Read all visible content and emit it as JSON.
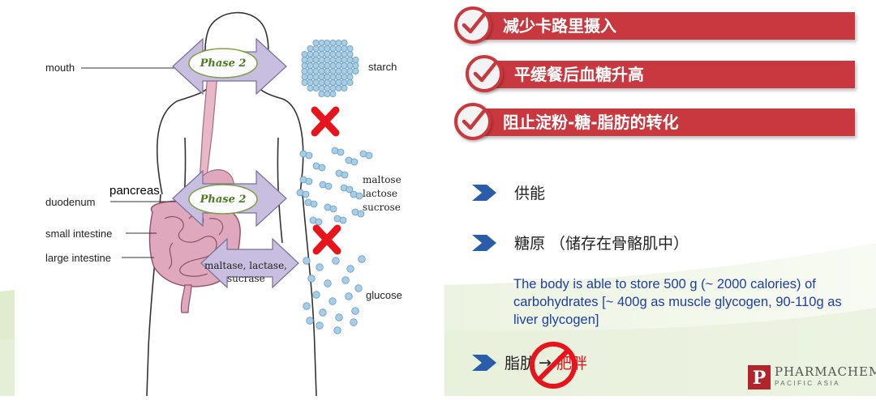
{
  "diagram": {
    "labels": {
      "mouth": "mouth",
      "starch": "starch",
      "pancreas": "pancreas",
      "duodenum": "duodenum",
      "small_intestine": "small intestine",
      "large_intestine": "large intestine",
      "maltose": "maltose",
      "lactose": "lactose",
      "sucrose": "sucrose",
      "glucose": "glucose",
      "enzyme_line1": "maltase, lactase,",
      "enzyme_line2": "sucrase"
    },
    "badge_text": "Phase 2"
  },
  "benefits": [
    {
      "label": "减少卡路里摄入"
    },
    {
      "label": "平缓餐后血糖升高"
    },
    {
      "label": "阻止淀粉-糖-脂肪的转化"
    }
  ],
  "bullets": {
    "energy": "供能",
    "glycogen": "糖原 （储存在骨骼肌中）",
    "english_note": "The body is able to store 500 g (~ 2000 calories) of carbohydrates [~ 400g as muscle glycogen, 90-110g as liver glycogen]",
    "fat_prefix": "脂肪",
    "arrow": "→",
    "fat_result": "肥胖"
  },
  "logo": {
    "letter": "P",
    "name": "PHARMACHEM",
    "sub": "PACIFIC ASIA"
  },
  "colors": {
    "banner_red": "#c9383f",
    "arrow_purple": "#b8a9cf",
    "chevron_blue": "#2a5caa",
    "english_blue": "#1f3f9f",
    "cross_red": "#e8141b",
    "sphere_blue": "#a8cde6",
    "organ_pink": "#e0a8bd"
  }
}
